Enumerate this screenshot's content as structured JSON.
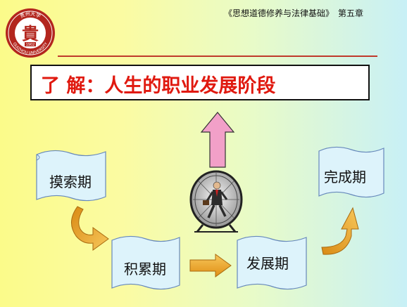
{
  "header": {
    "course_title": "《思想道德修养与法律基础》　第五章"
  },
  "logo": {
    "text_top": "贵州大学",
    "text_bottom": "GUIZHOU UNIVERSITY",
    "year": "1902",
    "glyph": "貴"
  },
  "title": {
    "text": "了 解：人生的职业发展阶段"
  },
  "stages": {
    "explore": "摸索期",
    "accumulate": "积累期",
    "develop": "发展期",
    "complete": "完成期"
  },
  "colors": {
    "title_text": "#e0190f",
    "rule": "#c0392b",
    "scroll_fill": "#ddf3fb",
    "scroll_stroke": "#6688bb",
    "arrow_orange": "#f5a623",
    "arrow_pink": "#f2a0c8"
  },
  "icons": [
    "university-seal-icon",
    "hamster-wheel-icon",
    "curved-arrow-icon",
    "right-arrow-icon",
    "up-arrow-icon"
  ]
}
